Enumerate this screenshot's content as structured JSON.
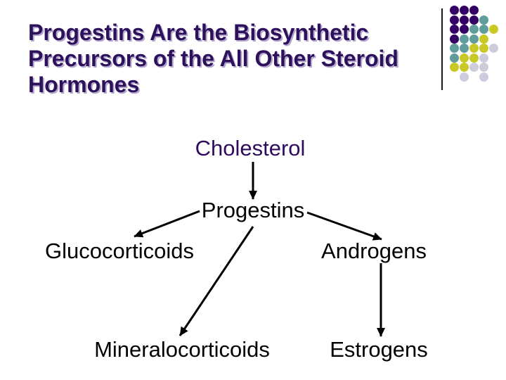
{
  "slide": {
    "title": {
      "lines": [
        "Progestins Are the Biosynthetic",
        "Precursors of the All Other Steroid",
        "Hormones"
      ],
      "full_text": "Progestins Are the Biosynthetic Precursors of the All Other Steroid Hormones",
      "color": "#2d115c",
      "shadow_color": "#b3a8cc"
    },
    "decoration": {
      "palette": {
        "p": "#330066",
        "t": "#5f9c9c",
        "y": "#c9c926",
        "l": "#ccccdd"
      },
      "grid": [
        [
          "p",
          "p",
          "p",
          null,
          null
        ],
        [
          "p",
          "p",
          "p",
          "t",
          null
        ],
        [
          "p",
          "p",
          "t",
          "t",
          "y"
        ],
        [
          "p",
          "t",
          "t",
          "y",
          null
        ],
        [
          "t",
          "t",
          "y",
          "y",
          "l"
        ],
        [
          "t",
          "y",
          "y",
          "l",
          null
        ],
        [
          "y",
          "y",
          "l",
          "l",
          null
        ],
        [
          null,
          "l",
          null,
          "l",
          null
        ]
      ]
    },
    "diagram": {
      "arrow_color": "#000000",
      "nodes": [
        {
          "id": "cholesterol",
          "label": "Cholesterol",
          "color": "#2e0b5e"
        },
        {
          "id": "progestins",
          "label": "Progestins",
          "color": "#000000"
        },
        {
          "id": "glucocorticoids",
          "label": "Glucocorticoids",
          "color": "#000000"
        },
        {
          "id": "androgens",
          "label": "Androgens",
          "color": "#000000"
        },
        {
          "id": "mineralocorticoids",
          "label": "Mineralocorticoids",
          "color": "#000000"
        },
        {
          "id": "estrogens",
          "label": "Estrogens",
          "color": "#000000"
        }
      ],
      "edges": [
        {
          "from": "cholesterol",
          "to": "progestins"
        },
        {
          "from": "progestins",
          "to": "glucocorticoids"
        },
        {
          "from": "progestins",
          "to": "androgens"
        },
        {
          "from": "progestins",
          "to": "mineralocorticoids"
        },
        {
          "from": "androgens",
          "to": "estrogens"
        }
      ]
    }
  }
}
